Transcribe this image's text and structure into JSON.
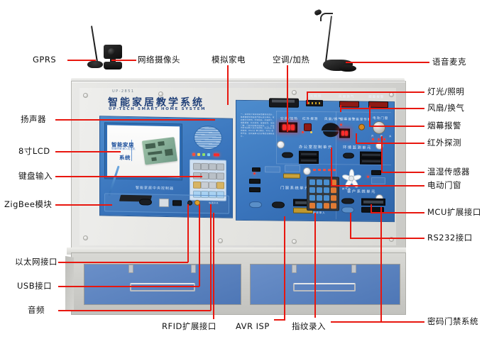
{
  "device": {
    "model_code": "UP-2851",
    "title_cn": "智能家居教学系统",
    "title_en": "UP-TECH SMART HOME SYSTEM",
    "left_panel_caption": "智能家居中央控制器",
    "lcd": {
      "line1": "智能家居",
      "line2": "智能终端    嵌入式主机",
      "line3": "系统"
    },
    "right_panel_sections": [
      "办公室控制单元",
      "环境监测单元",
      "门窗系统单元",
      "客户系统单元"
    ],
    "led_display_digits": "888",
    "led_small_digits": "88",
    "colors": {
      "panel_blue": "#3e7ac0",
      "frame_gray": "#dedede",
      "drawer_blue": "#5b83bf",
      "leader_red": "#e8170f",
      "led_red": "#ff2b2b"
    }
  },
  "callouts": {
    "left": [
      {
        "id": "gprs",
        "label": "GPRS"
      },
      {
        "id": "speaker",
        "label": "扬声器"
      },
      {
        "id": "lcd",
        "label": "8寸LCD"
      },
      {
        "id": "keypad",
        "label": "键盘输入"
      },
      {
        "id": "zigbee",
        "label": "ZigBee模块"
      },
      {
        "id": "ethernet",
        "label": "以太网接口"
      },
      {
        "id": "usb",
        "label": "USB接口"
      },
      {
        "id": "audio",
        "label": "音频"
      }
    ],
    "top": [
      {
        "id": "camera",
        "label": "网络摄像头"
      },
      {
        "id": "appliance",
        "label": "模拟家电"
      },
      {
        "id": "aircon",
        "label": "空调/加热"
      }
    ],
    "right": [
      {
        "id": "mic",
        "label": "语音麦克"
      },
      {
        "id": "light",
        "label": "灯光/照明"
      },
      {
        "id": "fan",
        "label": "风扇/换气"
      },
      {
        "id": "smoke",
        "label": "烟幕报警"
      },
      {
        "id": "infrared",
        "label": "红外探测"
      },
      {
        "id": "temphum",
        "label": "温湿传感器"
      },
      {
        "id": "window",
        "label": "电动门窗"
      },
      {
        "id": "mcu",
        "label": "MCU扩展接口"
      },
      {
        "id": "rs232",
        "label": "RS232接口"
      },
      {
        "id": "doorlock",
        "label": "密码门禁系统"
      }
    ],
    "bottom": [
      {
        "id": "rfid",
        "label": "RFID扩展接口"
      },
      {
        "id": "avrisp",
        "label": "AVR ISP"
      },
      {
        "id": "fingerprint",
        "label": "指纹录入"
      }
    ]
  }
}
